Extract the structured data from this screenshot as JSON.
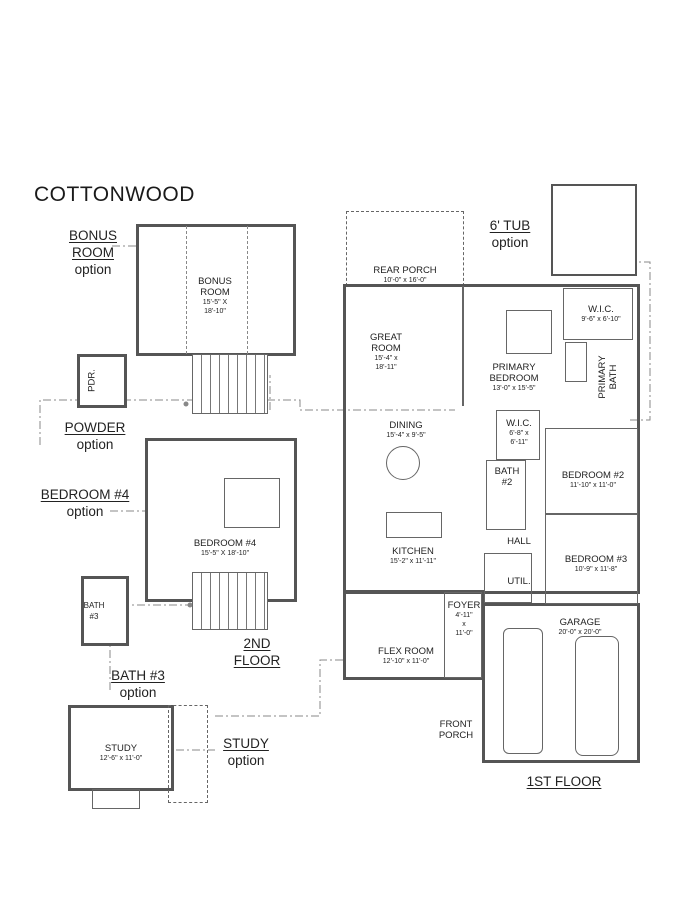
{
  "plan_name": "COTTONWOOD",
  "options": {
    "bonus_room": {
      "line1": "BONUS",
      "line2": "ROOM",
      "sub": "option"
    },
    "powder": {
      "label": "POWDER",
      "sub": "option"
    },
    "bedroom4": {
      "label": "BEDROOM #4",
      "sub": "option"
    },
    "bath3": {
      "label": "BATH #3",
      "sub": "option"
    },
    "study": {
      "label": "STUDY",
      "sub": "option"
    },
    "tub": {
      "label": "6' TUB",
      "sub": "option"
    }
  },
  "floors": {
    "second": {
      "line1": "2ND",
      "line2": "FLOOR"
    },
    "first": {
      "label": "1ST FLOOR"
    }
  },
  "rooms": {
    "bonus_room": {
      "line1": "BONUS",
      "line2": "ROOM",
      "dim1": "15'-5\" X",
      "dim2": "18'-10\""
    },
    "pdr": {
      "label": "PDR."
    },
    "bedroom4": {
      "label": "BEDROOM #4",
      "dim": "15'-5\" X 18'-10\""
    },
    "bath3": {
      "line1": "BATH",
      "line2": "#3"
    },
    "study": {
      "label": "STUDY",
      "dim": "12'-6\" x 11'-0\""
    },
    "rear_porch": {
      "label": "REAR PORCH",
      "dim": "10'-0\" x 16'-0\""
    },
    "great_room": {
      "line1": "GREAT",
      "line2": "ROOM",
      "dim1": "15'-4\" x",
      "dim2": "18'-11\""
    },
    "primary_bedroom": {
      "line1": "PRIMARY",
      "line2": "BEDROOM",
      "dim": "13'-0\" x 15'-5\""
    },
    "wic_primary": {
      "label": "W.I.C.",
      "dim": "9'-6\" x 6'-10\""
    },
    "primary_bath": {
      "line1": "PRIMARY",
      "line2": "BATH"
    },
    "dining": {
      "label": "DINING",
      "dim": "15'-4\" x 9'-5\""
    },
    "wic2": {
      "label": "W.I.C.",
      "dim1": "6'-8\" x",
      "dim2": "6'-11\""
    },
    "bath2": {
      "line1": "BATH",
      "line2": "#2"
    },
    "bedroom2": {
      "label": "BEDROOM #2",
      "dim": "11'-10\" x 11'-0\""
    },
    "hall": {
      "label": "HALL"
    },
    "kitchen": {
      "label": "KITCHEN",
      "dim": "15'-2\" x 11'-11\""
    },
    "util": {
      "label": "UTIL."
    },
    "bedroom3": {
      "label": "BEDROOM #3",
      "dim": "10'-9\" x 11'-8\""
    },
    "foyer": {
      "line1": "FOYER",
      "line2": "4'-11\"",
      "line3": "x",
      "line4": "11'-0\""
    },
    "flex_room": {
      "label": "FLEX ROOM",
      "dim": "12'-10\" x 11'-0\""
    },
    "garage": {
      "label": "GARAGE",
      "dim": "20'-0\" x 20'-0\""
    },
    "front_porch": {
      "line1": "FRONT",
      "line2": "PORCH"
    }
  },
  "colors": {
    "wall": "#555555",
    "line": "#888888",
    "text": "#222222",
    "background": "#ffffff"
  }
}
